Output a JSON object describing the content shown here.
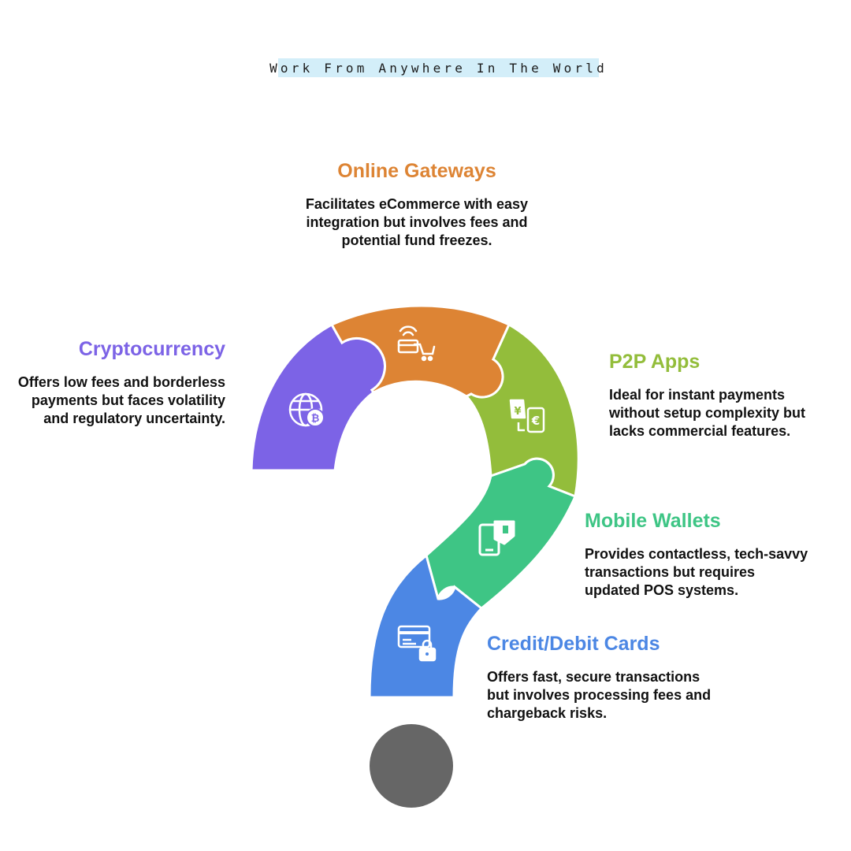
{
  "header": {
    "banner_text": "Work From Anywhere In The World"
  },
  "segments": [
    {
      "key": "online-gateways",
      "title": "Online Gateways",
      "description": "Facilitates eCommerce with easy integration but involves fees and potential fund freezes.",
      "color": "#dd8434",
      "icon": "card-cart-wireless-icon"
    },
    {
      "key": "cryptocurrency",
      "title": "Cryptocurrency",
      "description": "Offers low fees and borderless payments but faces volatility and regulatory uncertainty.",
      "color": "#7c63e6",
      "icon": "globe-bitcoin-icon"
    },
    {
      "key": "p2p-apps",
      "title": "P2P Apps",
      "description": "Ideal for instant payments without setup complexity but lacks commercial features.",
      "color": "#93bd3b",
      "icon": "currency-exchange-icon"
    },
    {
      "key": "mobile-wallets",
      "title": "Mobile Wallets",
      "description": "Provides contactless, tech-savvy transactions but requires updated POS systems.",
      "color": "#3ec585",
      "icon": "phone-wallet-icon"
    },
    {
      "key": "credit-debit-cards",
      "title": "Credit/Debit Cards",
      "description": "Offers fast, secure transactions but involves processing fees and chargeback risks.",
      "color": "#4c87e4",
      "icon": "card-lock-icon"
    }
  ],
  "dot": {
    "color": "#666666"
  }
}
